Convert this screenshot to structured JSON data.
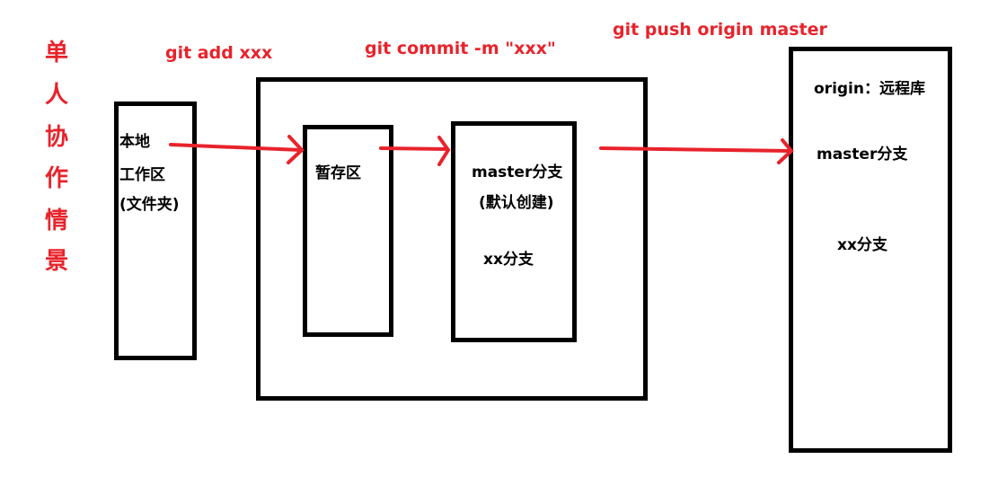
{
  "title": {
    "chars": [
      "单",
      "人",
      "协",
      "作",
      "情",
      "景"
    ]
  },
  "commands": {
    "add": "git add xxx",
    "commit": "git commit -m \"xxx\"",
    "push": "git push origin master"
  },
  "local": {
    "line1": "本地",
    "line2": "工作区",
    "line3": "(文件夹)"
  },
  "staging": {
    "label": "暂存区"
  },
  "local_repo": {
    "master": "master分支",
    "master_note": "(默认创建)",
    "xx": "xx分支"
  },
  "remote": {
    "origin": "origin：远程库",
    "master": "master分支",
    "xx": "xx分支"
  },
  "colors": {
    "accent": "#e8232b",
    "stroke": "#000000"
  }
}
